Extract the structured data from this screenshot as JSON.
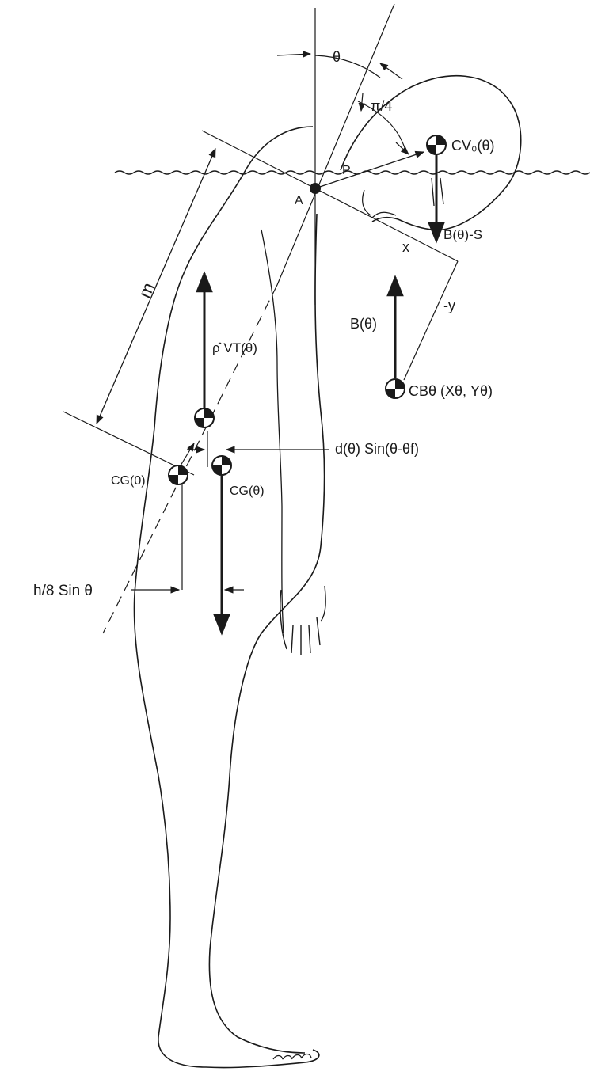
{
  "labels": {
    "theta": "θ",
    "pi_over_4": "π/4",
    "point_p": "P",
    "point_a": "A",
    "cv": "CV₀(θ)",
    "b_minus_s": "B(θ)-S",
    "x_axis": "x",
    "y_axis": "-y",
    "m": "m",
    "b_theta": "B(θ)",
    "rho_vt": "ρ̂ VT(θ)",
    "cb": "CBθ (Xθ, Yθ)",
    "d_sin": "d(θ) Sin(θ-θf)",
    "cg_0": "CG(0)",
    "cg_theta": "CG(θ)",
    "h_over_8": "h/8 Sin θ"
  },
  "colors": {
    "ink": "#1a1a1a",
    "paper": "#ffffff"
  }
}
